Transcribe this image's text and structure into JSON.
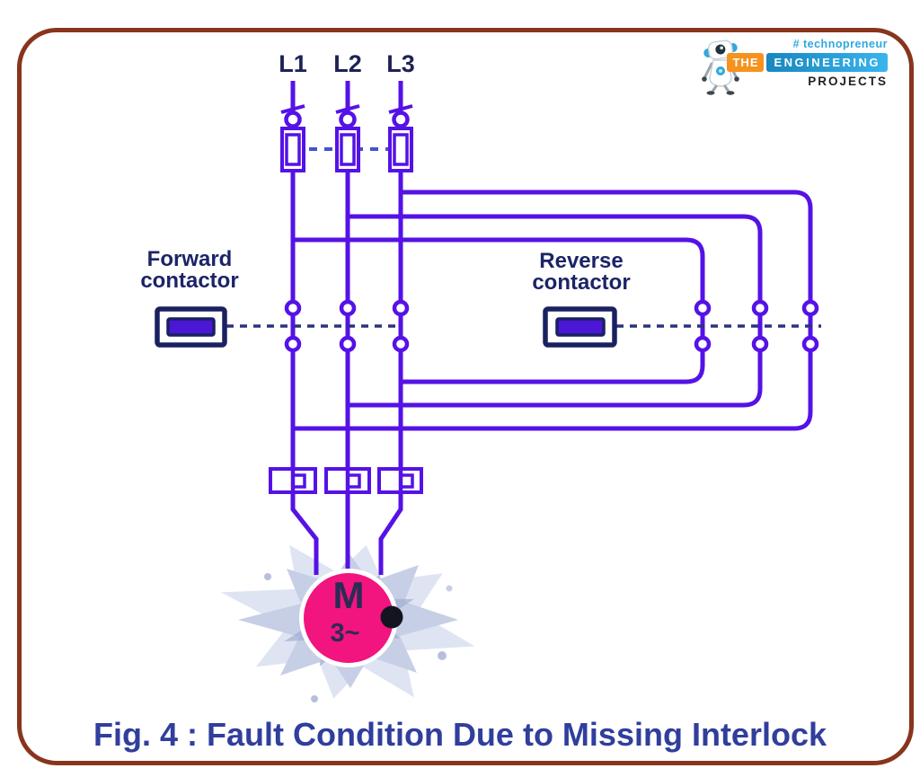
{
  "page": {
    "caption": "Fig. 4 : Fault Condition Due to Missing Interlock"
  },
  "brand": {
    "hashtag": "# technopreneur",
    "the": "THE",
    "engineering": "ENGINEERING",
    "projects": "PROJECTS"
  },
  "diagram": {
    "phases": [
      "L1",
      "L2",
      "L3"
    ],
    "forward_contactor": {
      "line1": "Forward",
      "line2": "contactor"
    },
    "reverse_contactor": {
      "line1": "Reverse",
      "line2": "contactor"
    },
    "motor": {
      "letter": "M",
      "type": "3~"
    }
  },
  "colors": {
    "wire": "#5512E6",
    "coil_border": "#1A2161",
    "coil_fill": "#4B16D6",
    "dashed_link": "#2A3380",
    "dashed_fuse": "#4254CB",
    "label_text": "#1C2468",
    "caption_text": "#303E9C",
    "frame_border": "#87351D",
    "motor_fill": "#F2147F",
    "motor_text": "#2B2C55",
    "fault_dot": "#141420",
    "splash_light": "#DFE4F3",
    "splash_mid": "#C7CFE6",
    "splash_dark": "#9BA6CE",
    "brand_orange": "#F6921E",
    "brand_blue": "#2FA8DF"
  }
}
